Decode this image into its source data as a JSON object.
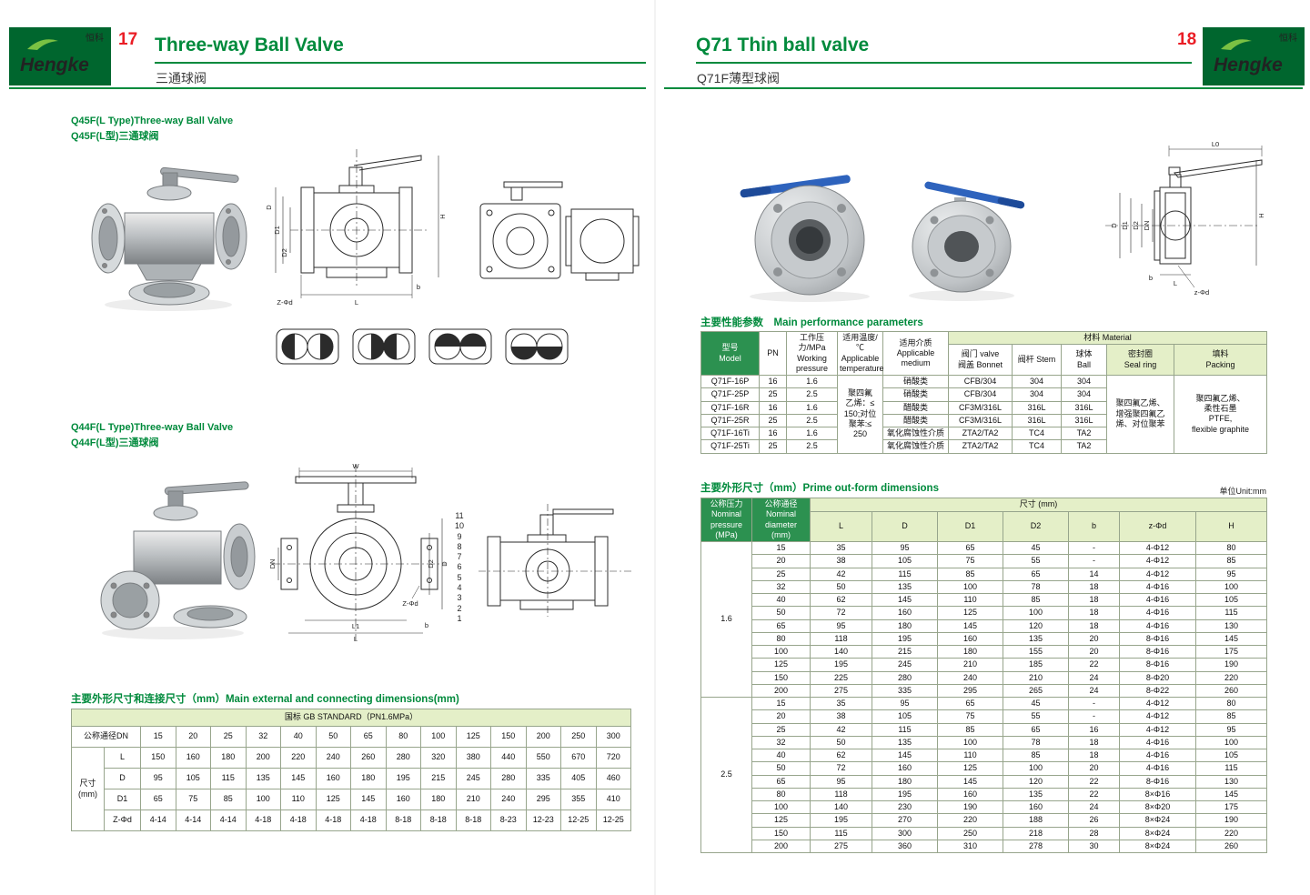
{
  "colors": {
    "brand_green": "#00662e",
    "title_green": "#008a3c",
    "accent_red": "#ea1d25",
    "table_band": "#e4efc8",
    "table_border": "#97a58c",
    "handle_blue": "#2e63bd"
  },
  "left": {
    "page_number": "17",
    "brand": {
      "name": "Hengke",
      "cn": "恒科"
    },
    "title_en": "Three-way Ball Valve",
    "title_cn": "三通球阀",
    "sec1_en": "Q45F(L Type)Three-way Ball Valve",
    "sec1_cn": "Q45F(L型)三通球阀",
    "sec2_en": "Q44F(L Type)Three-way Ball Valve",
    "sec2_cn": "Q44F(L型)三通球阀",
    "table_heading": "主要外形尺寸和连接尺寸（mm）Main external and connecting dimensions(mm)",
    "q45f_labels": {
      "H": "H",
      "D": "D",
      "D1": "D1",
      "D2": "D2",
      "L": "L",
      "b": "b",
      "zd": "Z-Φd"
    },
    "q44f_labels": {
      "W": "W",
      "DN": "DN",
      "D": "D",
      "D2": "D2",
      "L1": "L1",
      "L": "L",
      "b": "b",
      "zd": "Z-Φd"
    },
    "q44f_callouts": "11\n10\n9\n8\n7\n6\n5\n4\n3\n2\n1",
    "gb_table": {
      "title": "国标 GB STANDARD（PN1.6MPa）",
      "dn_label": "公称通径DN",
      "group_label": "尺寸\n(mm)",
      "dn_values": [
        "15",
        "20",
        "25",
        "32",
        "40",
        "50",
        "65",
        "80",
        "100",
        "125",
        "150",
        "200",
        "250",
        "300"
      ],
      "rows": [
        [
          "L",
          "150",
          "160",
          "180",
          "200",
          "220",
          "240",
          "260",
          "280",
          "320",
          "380",
          "440",
          "550",
          "670",
          "720"
        ],
        [
          "D",
          "95",
          "105",
          "115",
          "135",
          "145",
          "160",
          "180",
          "195",
          "215",
          "245",
          "280",
          "335",
          "405",
          "460"
        ],
        [
          "D1",
          "65",
          "75",
          "85",
          "100",
          "110",
          "125",
          "145",
          "160",
          "180",
          "210",
          "240",
          "295",
          "355",
          "410"
        ],
        [
          "Z-Φd",
          "4-14",
          "4-14",
          "4-14",
          "4-18",
          "4-18",
          "4-18",
          "4-18",
          "8-18",
          "8-18",
          "8-18",
          "8-23",
          "12-23",
          "12-25",
          "12-25"
        ]
      ]
    }
  },
  "right": {
    "page_number": "18",
    "brand": {
      "name": "Hengke",
      "cn": "恒科"
    },
    "title_en": "Q71 Thin ball valve",
    "title_cn": "Q71F薄型球阀",
    "perf_heading": "主要性能参数　Main performance parameters",
    "q71_labels": {
      "L0": "L0",
      "H": "H",
      "D": "D",
      "D1": "D1",
      "D2": "D2",
      "DN": "DN",
      "zd": "z-Φd",
      "b": "b",
      "L": "L"
    },
    "perf_table": {
      "h_model": "型号\nModel",
      "h_pn": "PN",
      "h_pressure": "工作压力/MPa\nWorking\npressure",
      "h_temp": "适用温度/℃\nApplicable\ntemperature",
      "h_medium": "适用介质\nApplicable\nmedium",
      "h_material": "材料 Material",
      "h_bonnet": "阀门 valve\n阀盖 Bonnet",
      "h_stem": "阀杆 Stem",
      "h_ball": "球体\nBall",
      "h_seal": "密封圈\nSeal ring",
      "h_packing": "填料\nPacking",
      "temp_value": "聚四氟\n乙烯：≤\n150;对位\n聚苯:≤\n250",
      "seal_value": "聚四氟乙烯、\n增强聚四氟乙\n烯、对位聚苯",
      "packing_value": "聚四氟乙烯、\n柔性石墨\nPTFE,\nflexible graphite",
      "rows": [
        {
          "model": "Q71F-16P",
          "pn": "16",
          "pressure": "1.6",
          "medium": "硝酸类",
          "bonnet": "CFB/304",
          "stem": "304",
          "ball": "304"
        },
        {
          "model": "Q71F-25P",
          "pn": "25",
          "pressure": "2.5",
          "medium": "硝酸类",
          "bonnet": "CFB/304",
          "stem": "304",
          "ball": "304"
        },
        {
          "model": "Q71F-16R",
          "pn": "16",
          "pressure": "1.6",
          "medium": "醋酸类",
          "bonnet": "CF3M/316L",
          "stem": "316L",
          "ball": "316L"
        },
        {
          "model": "Q71F-25R",
          "pn": "25",
          "pressure": "2.5",
          "medium": "醋酸类",
          "bonnet": "CF3M/316L",
          "stem": "316L",
          "ball": "316L"
        },
        {
          "model": "Q71F-16Ti",
          "pn": "16",
          "pressure": "1.6",
          "medium": "氧化腐蚀性介质",
          "bonnet": "ZTA2/TA2",
          "stem": "TC4",
          "ball": "TA2"
        },
        {
          "model": "Q71F-25Ti",
          "pn": "25",
          "pressure": "2.5",
          "medium": "氧化腐蚀性介质",
          "bonnet": "ZTA2/TA2",
          "stem": "TC4",
          "ball": "TA2"
        }
      ]
    },
    "dims_heading": "主要外形尺寸（mm）Prime out-form dimensions",
    "unit_note": "单位Unit:mm",
    "dims_table": {
      "h_pressure": "公称压力\nNominal\npressure\n(MPa)",
      "h_diameter": "公称通径\nNominal\ndiameter\n(mm)",
      "h_size": "尺寸 (mm)",
      "columns": [
        "L",
        "D",
        "D1",
        "D2",
        "b",
        "z-Φd",
        "H"
      ],
      "groups": [
        {
          "pressure": "1.6",
          "rows": [
            [
              "15",
              "35",
              "95",
              "65",
              "45",
              "-",
              "4-Φ12",
              "80"
            ],
            [
              "20",
              "38",
              "105",
              "75",
              "55",
              "-",
              "4-Φ12",
              "85"
            ],
            [
              "25",
              "42",
              "115",
              "85",
              "65",
              "14",
              "4-Φ12",
              "95"
            ],
            [
              "32",
              "50",
              "135",
              "100",
              "78",
              "18",
              "4-Φ16",
              "100"
            ],
            [
              "40",
              "62",
              "145",
              "110",
              "85",
              "18",
              "4-Φ16",
              "105"
            ],
            [
              "50",
              "72",
              "160",
              "125",
              "100",
              "18",
              "4-Φ16",
              "115"
            ],
            [
              "65",
              "95",
              "180",
              "145",
              "120",
              "18",
              "4-Φ16",
              "130"
            ],
            [
              "80",
              "118",
              "195",
              "160",
              "135",
              "20",
              "8-Φ16",
              "145"
            ],
            [
              "100",
              "140",
              "215",
              "180",
              "155",
              "20",
              "8-Φ16",
              "175"
            ],
            [
              "125",
              "195",
              "245",
              "210",
              "185",
              "22",
              "8-Φ16",
              "190"
            ],
            [
              "150",
              "225",
              "280",
              "240",
              "210",
              "24",
              "8-Φ20",
              "220"
            ],
            [
              "200",
              "275",
              "335",
              "295",
              "265",
              "24",
              "8-Φ22",
              "260"
            ]
          ]
        },
        {
          "pressure": "2.5",
          "rows": [
            [
              "15",
              "35",
              "95",
              "65",
              "45",
              "-",
              "4-Φ12",
              "80"
            ],
            [
              "20",
              "38",
              "105",
              "75",
              "55",
              "-",
              "4-Φ12",
              "85"
            ],
            [
              "25",
              "42",
              "115",
              "85",
              "65",
              "16",
              "4-Φ12",
              "95"
            ],
            [
              "32",
              "50",
              "135",
              "100",
              "78",
              "18",
              "4-Φ16",
              "100"
            ],
            [
              "40",
              "62",
              "145",
              "110",
              "85",
              "18",
              "4-Φ16",
              "105"
            ],
            [
              "50",
              "72",
              "160",
              "125",
              "100",
              "20",
              "4-Φ16",
              "115"
            ],
            [
              "65",
              "95",
              "180",
              "145",
              "120",
              "22",
              "8-Φ16",
              "130"
            ],
            [
              "80",
              "118",
              "195",
              "160",
              "135",
              "22",
              "8×Φ16",
              "145"
            ],
            [
              "100",
              "140",
              "230",
              "190",
              "160",
              "24",
              "8×Φ20",
              "175"
            ],
            [
              "125",
              "195",
              "270",
              "220",
              "188",
              "26",
              "8×Φ24",
              "190"
            ],
            [
              "150",
              "115",
              "300",
              "250",
              "218",
              "28",
              "8×Φ24",
              "220"
            ],
            [
              "200",
              "275",
              "360",
              "310",
              "278",
              "30",
              "8×Φ24",
              "260"
            ]
          ]
        }
      ]
    }
  }
}
